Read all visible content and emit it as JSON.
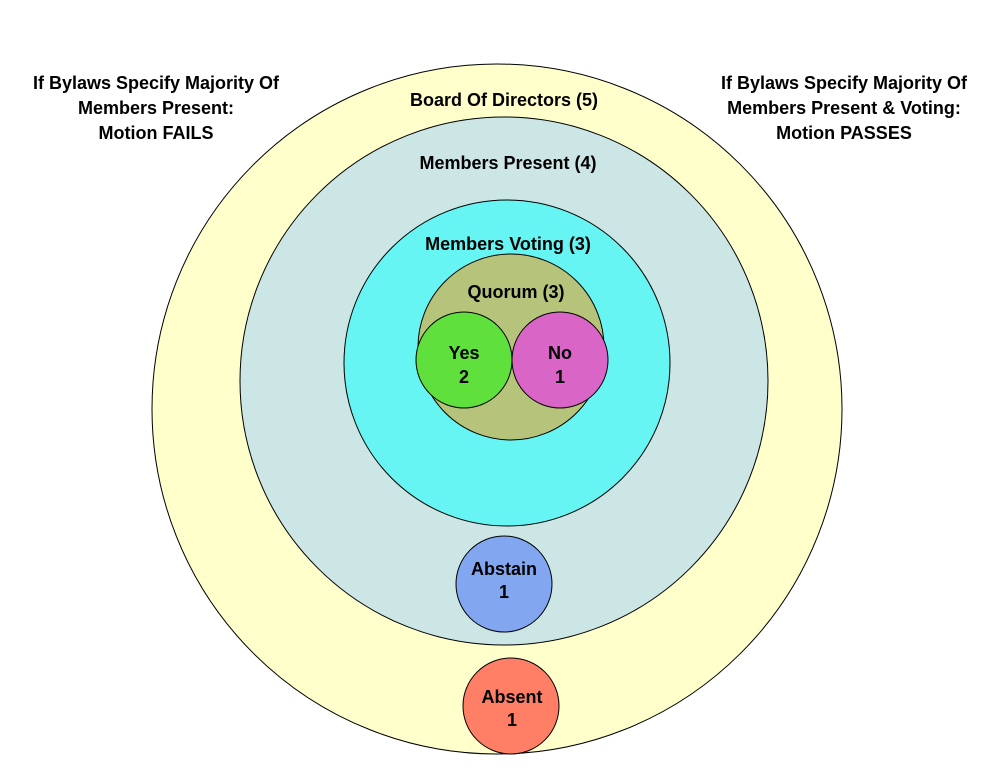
{
  "colors": {
    "board": "#FFFFCC",
    "present": "#CCE5E5",
    "voting": "#66F5F2",
    "quorum": "#B5C47A",
    "yes": "#5FE03C",
    "no": "#D966C7",
    "abstain": "#82A6F0",
    "absent": "#FF7F66",
    "outline": "#000000"
  },
  "notes": {
    "left": {
      "line1": "If Bylaws Specify Majority Of",
      "line2": "Members Present:",
      "line3": "Motion FAILS"
    },
    "right": {
      "line1": "If Bylaws Specify Majority Of",
      "line2": "Members Present & Voting:",
      "line3": "Motion PASSES"
    }
  },
  "groups": {
    "board": {
      "label": "Board Of Directors (5)"
    },
    "present": {
      "label": "Members Present (4)"
    },
    "voting": {
      "label": "Members Voting (3)"
    },
    "quorum": {
      "label": "Quorum (3)"
    },
    "yes": {
      "label": "Yes",
      "count": "2"
    },
    "no": {
      "label": "No",
      "count": "1"
    },
    "abstain": {
      "label": "Abstain",
      "count": "1"
    },
    "absent": {
      "label": "Absent",
      "count": "1"
    }
  }
}
